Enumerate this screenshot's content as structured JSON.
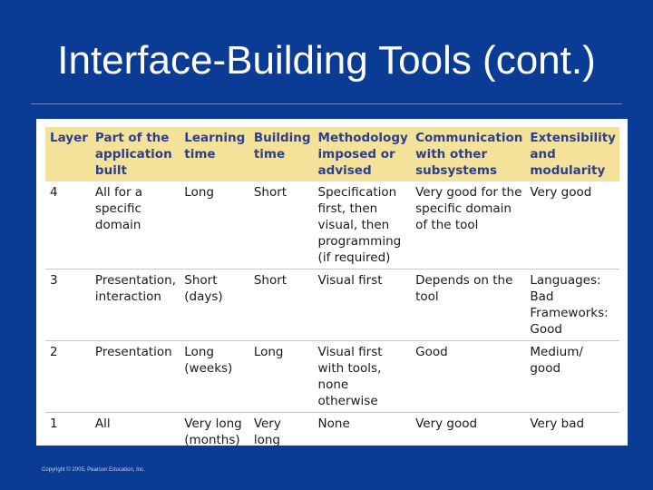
{
  "slide": {
    "title": "Interface-Building Tools (cont.)",
    "copyright": "Copyright © 2005, Pearson Education, Inc."
  },
  "table": {
    "headers": [
      "Layer",
      "Part of the application built",
      "Learning time",
      "Building time",
      "Methodology imposed or advised",
      "Communication with other subsystems",
      "Extensibility and modularity"
    ],
    "rows": [
      [
        "4",
        "All for a specific domain",
        "Long",
        "Short",
        "Specification first, then visual, then programming (if required)",
        "Very good for the specific domain of the tool",
        "Very good"
      ],
      [
        "3",
        "Presentation, interaction",
        "Short (days)",
        "Short",
        "Visual first",
        "Depends on the tool",
        "Languages: Bad Frameworks: Good"
      ],
      [
        "2",
        "Presentation",
        "Long (weeks)",
        "Long",
        "Visual first with tools, none otherwise",
        "Good",
        "Medium/ good"
      ],
      [
        "1",
        "All",
        "Very long (months)",
        "Very long",
        "None",
        "Very good",
        "Very bad"
      ]
    ]
  }
}
